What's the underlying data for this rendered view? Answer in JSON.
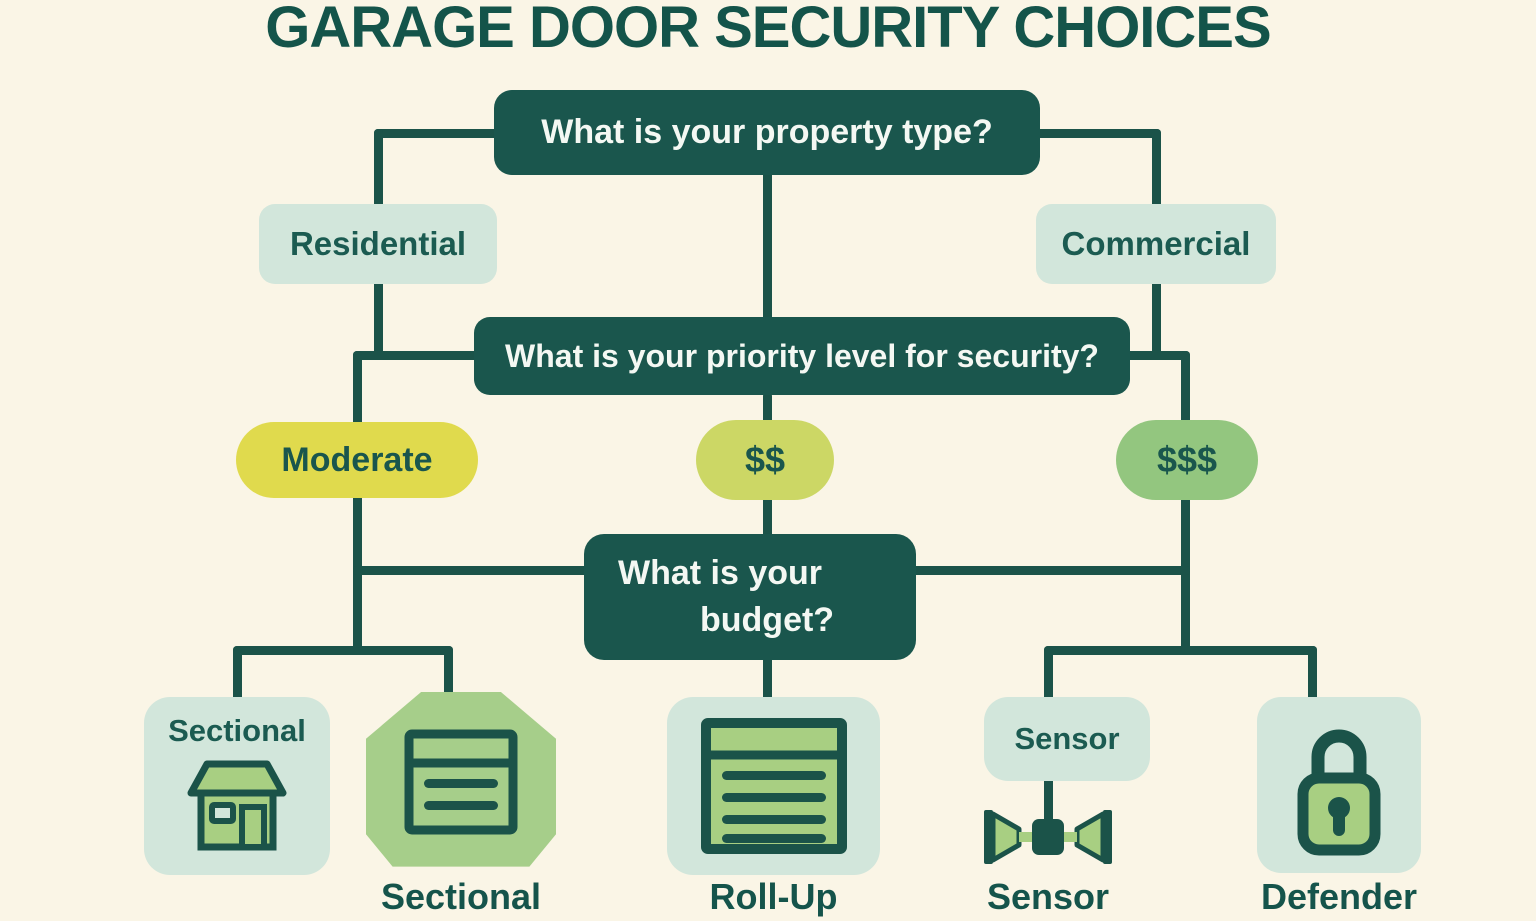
{
  "title": "GARAGE DOOR SECURITY CHOICES",
  "questions": {
    "property_type": "What is your property type?",
    "priority_level": "What is your priority level for security?",
    "budget_line1": "What is your",
    "budget_line2": "budget?"
  },
  "answers": {
    "residential": "Residential",
    "commercial": "Commercial",
    "moderate": "Moderate",
    "cost_mid": "$$",
    "cost_high": "$$$"
  },
  "results": {
    "sectional_box_label": "Sectional",
    "sectional_door_label": "Sectional",
    "rollup_label": "Roll-Up",
    "sensor_box_label": "Sensor",
    "sensor_label": "Sensor",
    "defender_label": "Defender"
  },
  "icons": {
    "sectional_house": "house-icon",
    "sectional_door": "sectional-garage-door-icon",
    "rollup": "rollup-garage-door-icon",
    "sensor": "photo-eye-sensor-icon",
    "defender": "padlock-icon"
  },
  "colors": {
    "background": "#FAF5E6",
    "question_box": "#1A564D",
    "question_text": "#F4F8F3",
    "answer_box_mint": "#D2E6DB",
    "pill_yellow": "#E0DA4D",
    "pill_yellow_green": "#CCD765",
    "pill_green": "#93C67F",
    "icon_green": "#A8CF82",
    "connector_line": "#1B5349",
    "dark_text": "#15544B"
  }
}
